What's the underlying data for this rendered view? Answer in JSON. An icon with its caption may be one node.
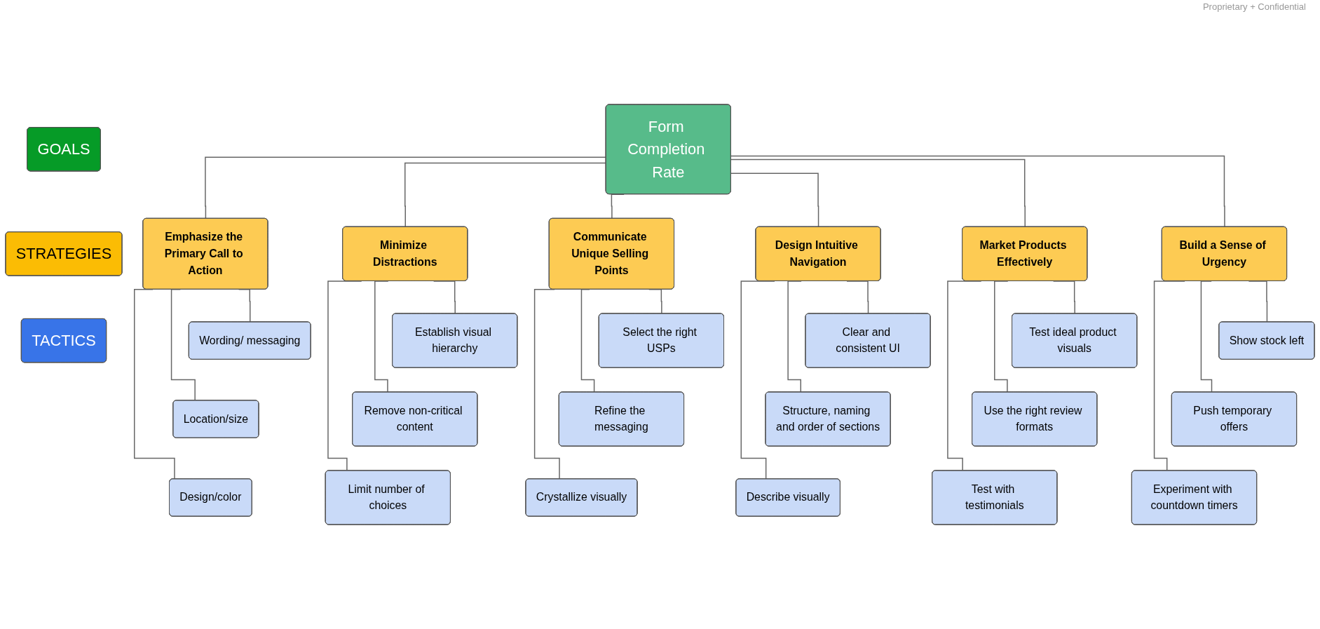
{
  "diagram": {
    "nodes": [
      {
        "text": [
          "GOALS"
        ]
      },
      {
        "text": [
          "STRATEGIES"
        ]
      },
      {
        "text": [
          "TACTICS"
        ]
      },
      {
        "text": [
          "Form Completion Rate"
        ]
      },
      {
        "text": [
          "Emphasize the Primary Call to Action"
        ]
      },
      {
        "text": [
          "Minimize Distractions"
        ]
      },
      {
        "text": [
          "Communicate Unique Selling Points"
        ]
      },
      {
        "text": [
          "Design Intuitive Navigation"
        ]
      },
      {
        "text": [
          "Market Products Effectively"
        ]
      },
      {
        "text": [
          "Build a Sense of Urgency"
        ]
      },
      {
        "text": [
          "Wording/ messaging"
        ]
      },
      {
        "text": [
          "Location/size"
        ]
      },
      {
        "text": [
          "Design/color"
        ]
      },
      {
        "text": [
          "Establish visual hierarchy"
        ]
      },
      {
        "text": [
          "Remove non-critical content"
        ]
      },
      {
        "text": [
          "Limit number of choices"
        ]
      },
      {
        "text": [
          "Select the right USPs"
        ]
      },
      {
        "text": [
          "Refine the messaging"
        ]
      },
      {
        "text": [
          "Crystallize visually"
        ]
      },
      {
        "text": [
          "Clear and consistent UI"
        ]
      },
      {
        "text": [
          "Structure, naming and order of sections"
        ]
      },
      {
        "text": [
          "Describe visually"
        ]
      },
      {
        "text": [
          "Test ideal product visuals"
        ]
      },
      {
        "text": [
          "Use the right review formats"
        ]
      },
      {
        "text": [
          "Test with testimonials"
        ]
      },
      {
        "text": [
          "Show stock left"
        ]
      },
      {
        "text": [
          "Push temporary offers"
        ]
      },
      {
        "text": [
          "Experiment with countdown timers"
        ]
      }
    ],
    "edges": [
      {
        "from": 3,
        "to": 4,
        "arrow": "none"
      },
      {
        "from": 3,
        "to": 5,
        "arrow": "none"
      },
      {
        "from": 3,
        "to": 6,
        "arrow": "none"
      },
      {
        "from": 3,
        "to": 7,
        "arrow": "none"
      },
      {
        "from": 3,
        "to": 8,
        "arrow": "none"
      },
      {
        "from": 3,
        "to": 9,
        "arrow": "none"
      },
      {
        "from": 4,
        "to": 10,
        "arrow": "none"
      },
      {
        "from": 4,
        "to": 11,
        "arrow": "none"
      },
      {
        "from": 4,
        "to": 12,
        "arrow": "none"
      },
      {
        "from": 5,
        "to": 13,
        "arrow": "none"
      },
      {
        "from": 5,
        "to": 14,
        "arrow": "none"
      },
      {
        "from": 5,
        "to": 15,
        "arrow": "none"
      },
      {
        "from": 6,
        "to": 16,
        "arrow": "none"
      },
      {
        "from": 6,
        "to": 17,
        "arrow": "none"
      },
      {
        "from": 6,
        "to": 18,
        "arrow": "none"
      },
      {
        "from": 7,
        "to": 19,
        "arrow": "none"
      },
      {
        "from": 7,
        "to": 20,
        "arrow": "none"
      },
      {
        "from": 7,
        "to": 21,
        "arrow": "none"
      },
      {
        "from": 8,
        "to": 22,
        "arrow": "none"
      },
      {
        "from": 8,
        "to": 23,
        "arrow": "none"
      },
      {
        "from": 8,
        "to": 24,
        "arrow": "none"
      },
      {
        "from": 9,
        "to": 25,
        "arrow": "none"
      },
      {
        "from": 9,
        "to": 26,
        "arrow": "none"
      },
      {
        "from": 9,
        "to": 27,
        "arrow": "none"
      }
    ],
    "labels": [
      "Proprietary + Confidential"
    ]
  }
}
